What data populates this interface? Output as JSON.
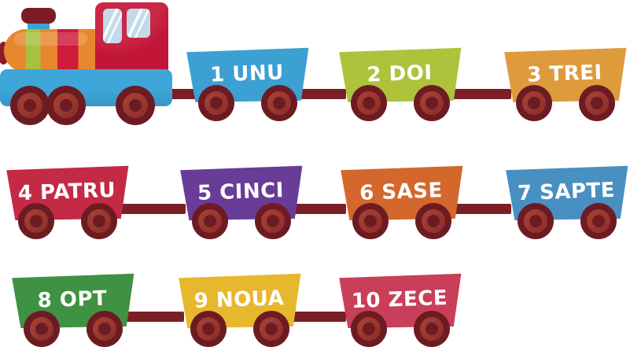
{
  "scene": {
    "background": "#ffffff",
    "locomotive": {
      "name": "toy-locomotive",
      "cab_color": "#c21638",
      "boiler_stripe_colors": [
        "#e8872f",
        "#a6c23c",
        "#e8872f",
        "#ce1c39",
        "#e8872f"
      ],
      "chimney_color": "#3ba4d4",
      "smokestack_cap_color": "#7b1d26",
      "platform_color": "#3b9fd3",
      "window_color": "#c3daea"
    },
    "shared": {
      "wheel_outer_color": "#6d1b23",
      "wheel_ring_color": "#9a352c",
      "coupling_bar_color": "#7a1f26",
      "label_text_color": "#ffffff"
    },
    "wagons": [
      {
        "id": 1,
        "number": "1",
        "word": "UNU",
        "label": "1 UNU",
        "color": "#3ca0d2"
      },
      {
        "id": 2,
        "number": "2",
        "word": "DOI",
        "label": "2 DOI",
        "color": "#aec23c"
      },
      {
        "id": 3,
        "number": "3",
        "word": "TREI",
        "label": "3 TREI",
        "color": "#de9b3c"
      },
      {
        "id": 4,
        "number": "4",
        "word": "PATRU",
        "label": "4 PATRU",
        "color": "#c42a45"
      },
      {
        "id": 5,
        "number": "5",
        "word": "CINCI",
        "label": "5 CINCI",
        "color": "#693c97"
      },
      {
        "id": 6,
        "number": "6",
        "word": "SASE",
        "label": "6 SASE",
        "color": "#d4672c"
      },
      {
        "id": 7,
        "number": "7",
        "word": "SAPTE",
        "label": "7 SAPTE",
        "color": "#488fc2"
      },
      {
        "id": 8,
        "number": "8",
        "word": "OPT",
        "label": "8 OPT",
        "color": "#3f9143"
      },
      {
        "id": 9,
        "number": "9",
        "word": "NOUA",
        "label": "9 NOUA",
        "color": "#e7b72e"
      },
      {
        "id": 10,
        "number": "10",
        "word": "ZECE",
        "label": "10 ZECE",
        "color": "#c93e58"
      }
    ]
  }
}
